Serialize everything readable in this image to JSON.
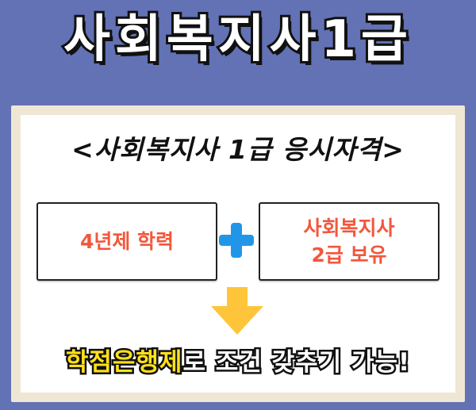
{
  "title": "사회복지사1급",
  "subtitle": "<사회복지사 1급 응시자격>",
  "requirements": {
    "left": "4년제 학력",
    "right_line1": "사회복지사",
    "right_line2": "2급 보유"
  },
  "conclusion": {
    "highlight": "학점은행제",
    "rest": "로 조건 갖추기 가능!"
  },
  "icons": {
    "plus": "plus-icon",
    "arrow": "arrow-down-icon"
  },
  "colors": {
    "background": "#6272b5",
    "accent_red": "#f2573c",
    "plus_blue": "#2196e8",
    "arrow_yellow": "#ffc53a",
    "highlight_yellow": "#ffe11a"
  }
}
